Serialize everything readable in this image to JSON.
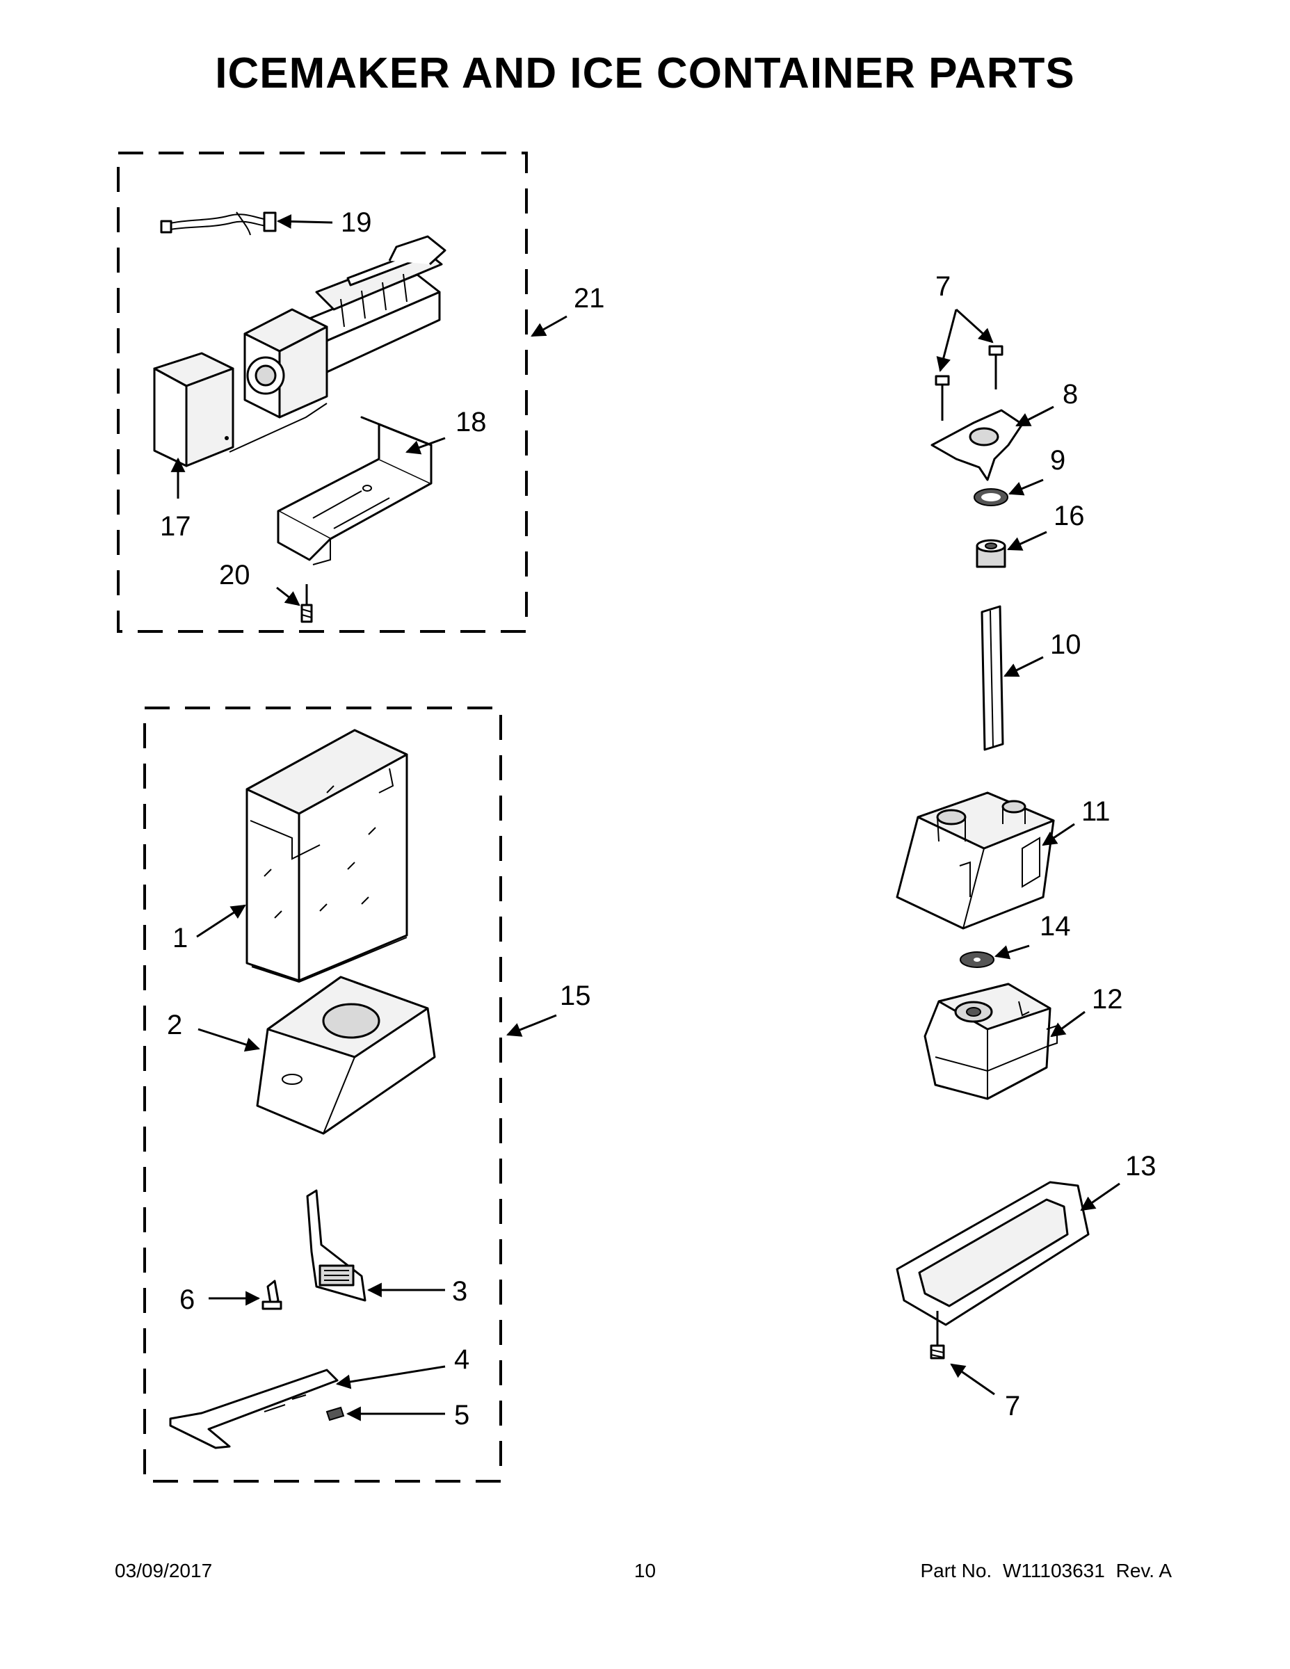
{
  "title": "ICEMAKER AND ICE CONTAINER PARTS",
  "callouts": {
    "c1": "1",
    "c2": "2",
    "c3": "3",
    "c4": "4",
    "c5": "5",
    "c6": "6",
    "c7a": "7",
    "c7b": "7",
    "c8": "8",
    "c9": "9",
    "c10": "10",
    "c11": "11",
    "c12": "12",
    "c13": "13",
    "c14": "14",
    "c15": "15",
    "c16": "16",
    "c17": "17",
    "c18": "18",
    "c19": "19",
    "c20": "20",
    "c21": "21"
  },
  "footer": {
    "date": "03/09/2017",
    "page": "10",
    "part_label": "Part No.",
    "part_number": "W11103631",
    "rev": "Rev.  A"
  }
}
